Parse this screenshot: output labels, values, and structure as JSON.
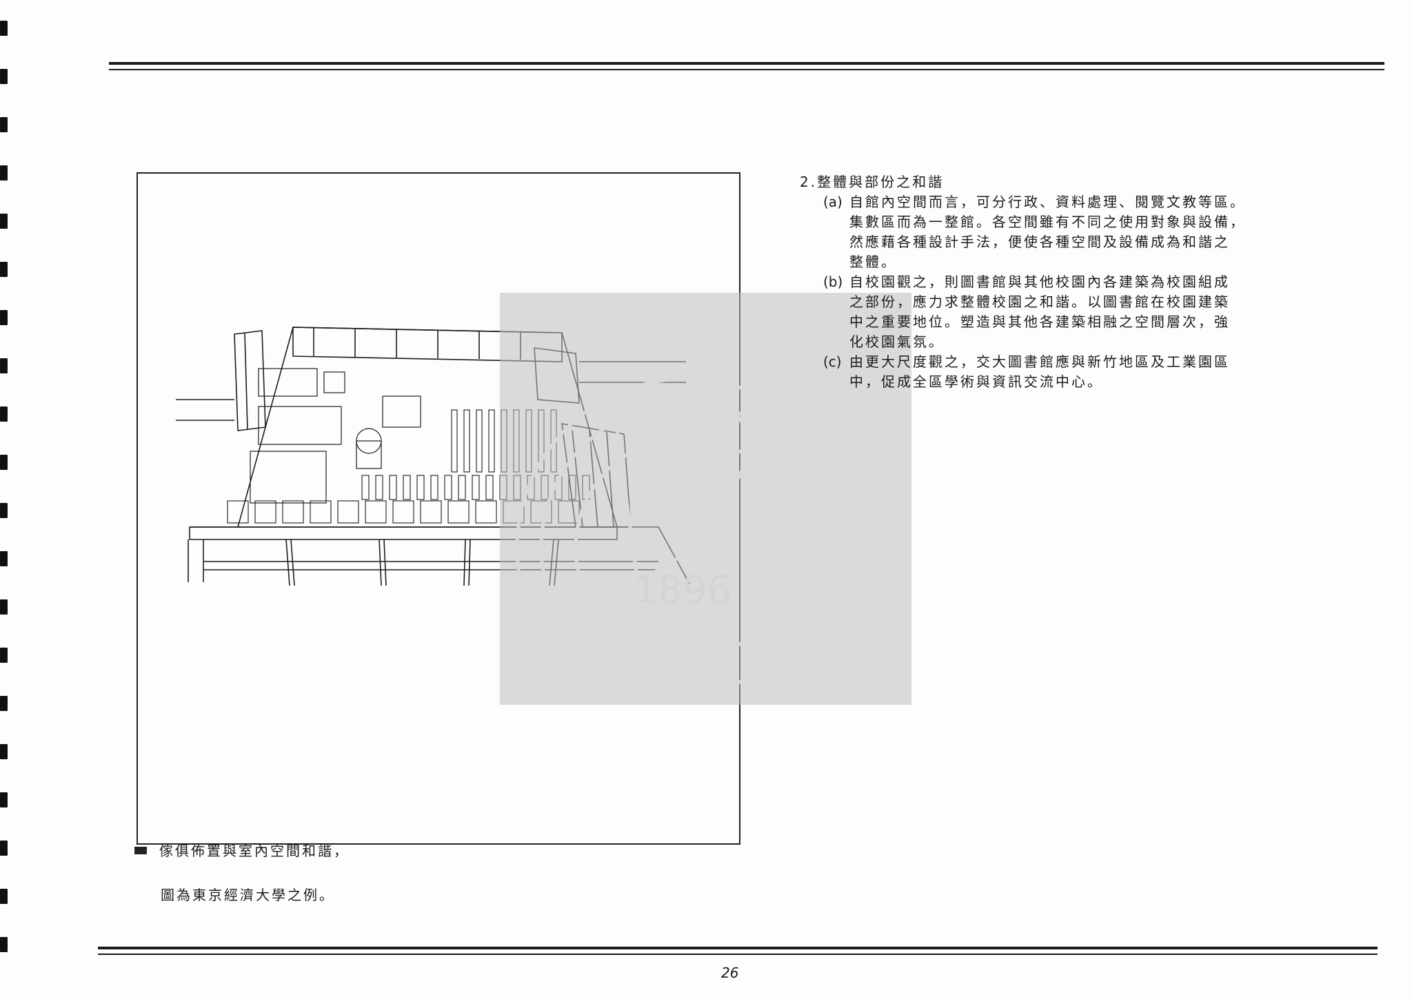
{
  "figure": {
    "caption_line1": "傢俱佈置與室內空間和諧，",
    "caption_line2": "圖為東京經濟大學之例。"
  },
  "section": {
    "title": "2.整體與部份之和諧",
    "items": [
      {
        "tag": "(a)",
        "lines": [
          "自館內空間而言，可分行政、資料處理、閱覽文教等區。",
          "集數區而為一整館。各空間雖有不同之使用對象與設備，",
          "然應藉各種設計手法，便使各種空間及設備成為和諧之",
          "整體。"
        ]
      },
      {
        "tag": "(b)",
        "lines": [
          "自校園觀之，則圖書館與其他校園內各建築為校園組成",
          "之部份，應力求整體校園之和諧。以圖書館在校園建築",
          "中之重要地位。塑造與其他各建築相融之空間層次，強",
          "化校園氣氛。"
        ]
      },
      {
        "tag": "(c)",
        "lines": [
          "由更大尺度觀之，交大圖書館應與新竹地區及工業園區",
          "中，促成全區學術與資訊交流中心。"
        ]
      }
    ]
  },
  "watermark": {
    "year": "1896"
  },
  "page": {
    "number": "26"
  },
  "colors": {
    "ink": "#1b1b1b",
    "paper": "#fdfdfb",
    "watermark_gray": "#bebebe"
  }
}
